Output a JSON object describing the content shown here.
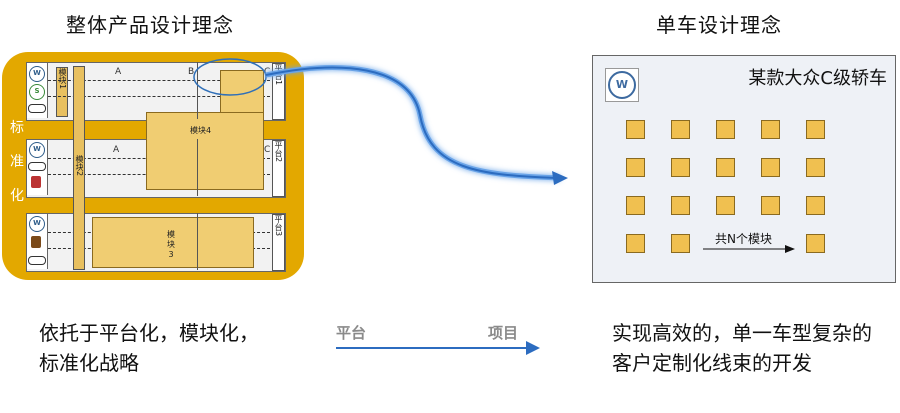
{
  "titles": {
    "left": "整体产品设计理念",
    "right": "单车设计理念"
  },
  "left_panel": {
    "side_label_chars": [
      "标",
      "准",
      "化"
    ],
    "column_labels": [
      "A",
      "B",
      "C"
    ],
    "rows": [
      {
        "platform_label": "平台1",
        "vertical_module_label": "模块1",
        "logos": [
          "vw-logo",
          "skoda-logo",
          "audi-logo"
        ]
      },
      {
        "platform_label": "平台2",
        "vertical_module_label": "模块2",
        "logos": [
          "vw-logo",
          "audi-logo",
          "seat-logo"
        ]
      },
      {
        "platform_label": "平台3",
        "vertical_module_label": "模块3",
        "logos": [
          "vw-logo",
          "porsche-logo",
          "audi-logo"
        ]
      }
    ],
    "module4_label": "模块4",
    "module3_label": "模块3"
  },
  "right_panel": {
    "car_name": "某款大众C级轿车",
    "shared_modules_label": "共N个模块",
    "grid": {
      "rows": 4,
      "cols": 5
    }
  },
  "captions": {
    "left": "依托于平台化，模块化，标准化战略",
    "right": "实现高效的，单一车型复杂的客户定制化线束的开发"
  },
  "bottom_arrow": {
    "from_label": "平台",
    "to_label": "项目"
  },
  "colors": {
    "gold_panel": "#e3a800",
    "module_fill": "#f0cd72",
    "arrow_blue": "#3d7fd0"
  }
}
